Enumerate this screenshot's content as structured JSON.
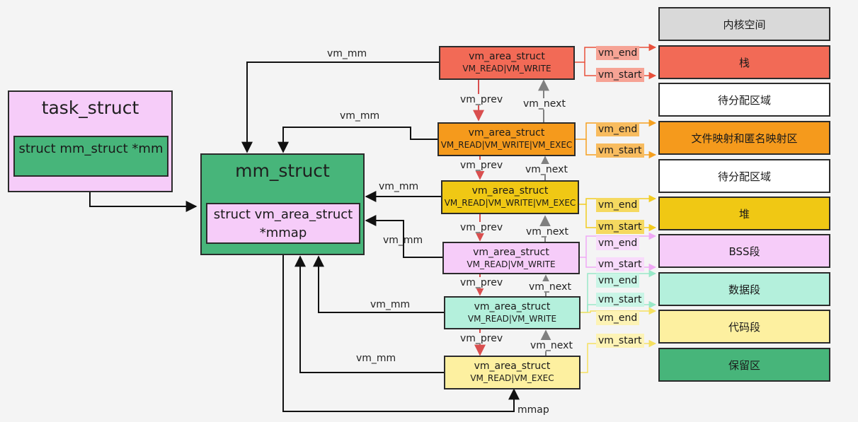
{
  "task_struct": {
    "title": "task_struct",
    "field": "struct mm_struct *mm"
  },
  "mm_struct": {
    "title": "mm_struct",
    "field_line1": "struct vm_area_struct",
    "field_line2": "*mmap"
  },
  "vm_areas": [
    {
      "name": "vm_area_struct",
      "flags": "VM_READ|VM_WRITE"
    },
    {
      "name": "vm_area_struct",
      "flags": "VM_READ|VM_WRITE|VM_EXEC"
    },
    {
      "name": "vm_area_struct",
      "flags": "VM_READ|VM_WRITE|VM_EXEC"
    },
    {
      "name": "vm_area_struct",
      "flags": "VM_READ|VM_WRITE"
    },
    {
      "name": "vm_area_struct",
      "flags": "VM_READ|VM_WRITE"
    },
    {
      "name": "vm_area_struct",
      "flags": "VM_READ|VM_EXEC"
    }
  ],
  "segments": [
    {
      "label": "内核空间"
    },
    {
      "label": "栈"
    },
    {
      "label": "待分配区域"
    },
    {
      "label": "文件映射和匿名映射区"
    },
    {
      "label": "待分配区域"
    },
    {
      "label": "堆"
    },
    {
      "label": "BSS段"
    },
    {
      "label": "数据段"
    },
    {
      "label": "代码段"
    },
    {
      "label": "保留区"
    }
  ],
  "links": {
    "vm_mm": "vm_mm",
    "vm_prev": "vm_prev",
    "vm_next": "vm_next",
    "vm_end": "vm_end",
    "vm_start": "vm_start",
    "mmap": "mmap"
  },
  "colors": {
    "task_bg": "#f6ccf9",
    "task_inner": "#47b57a",
    "mm_bg": "#47b57a",
    "mm_inner": "#f6ccf9",
    "stack": "#f26a56",
    "mmap_area": "#f59a1c",
    "heap": "#f0c814",
    "bss": "#f6ccf9",
    "data": "#b4f0dc",
    "code": "#fdf0a0",
    "kernel": "#d9d9d9",
    "free": "#ffffff",
    "reserved": "#47b57a",
    "prev_arrow": "#d94f4f",
    "next_arrow": "#808080"
  }
}
